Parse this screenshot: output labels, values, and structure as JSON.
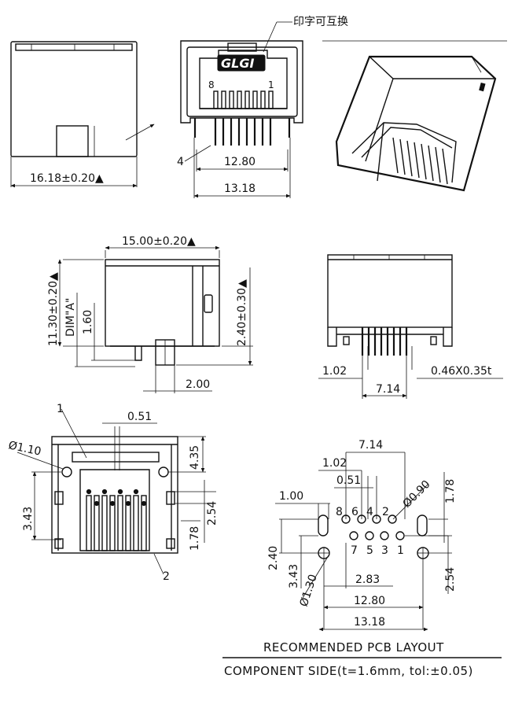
{
  "annotation_cn": "印字可互换",
  "logo_text": "GLGI",
  "front": {
    "pin_left": "8",
    "pin_right": "1",
    "callout": "4",
    "dim_inner": "12.80",
    "dim_outer": "13.18"
  },
  "top_view": {
    "width_dim": "16.18±0.20▲"
  },
  "side_view": {
    "length_dim": "15.00±0.20▲",
    "height_dim": "11.30±0.20▲",
    "dim_a": "DIM\"A\"",
    "dim_160": "1.60",
    "dim_240": "2.40±0.30▲",
    "dim_200": "2.00"
  },
  "rear_view": {
    "dim_102": "1.02",
    "dim_714": "7.14",
    "pin_size": "0.46X0.35t"
  },
  "bottom_view": {
    "callout_1": "1",
    "callout_2": "2",
    "dim_051": "0.51",
    "dim_110": "Ø1.10",
    "dim_435": "4.35",
    "dim_343": "3.43",
    "dim_254": "2.54",
    "dim_178": "1.78"
  },
  "pcb": {
    "dim_714": "7.14",
    "dim_102": "1.02",
    "dim_051": "0.51",
    "dim_100": "1.00",
    "dim_090": "Ø0.90",
    "dim_178": "1.78",
    "pins_top": [
      "8",
      "6",
      "4",
      "2"
    ],
    "pins_bottom": [
      "7",
      "5",
      "3",
      "1"
    ],
    "dim_240": "2.40",
    "dim_343": "3.43",
    "dim_130": "Ø1.30",
    "dim_283": "2.83",
    "dim_254": "2.54",
    "dim_1280": "12.80",
    "dim_1318": "13.18"
  },
  "notes": {
    "layout_title": "RECOMMENDED  PCB  LAYOUT",
    "component_side": "COMPONENT  SIDE(t=1.6mm,  tol:±0.05)"
  }
}
